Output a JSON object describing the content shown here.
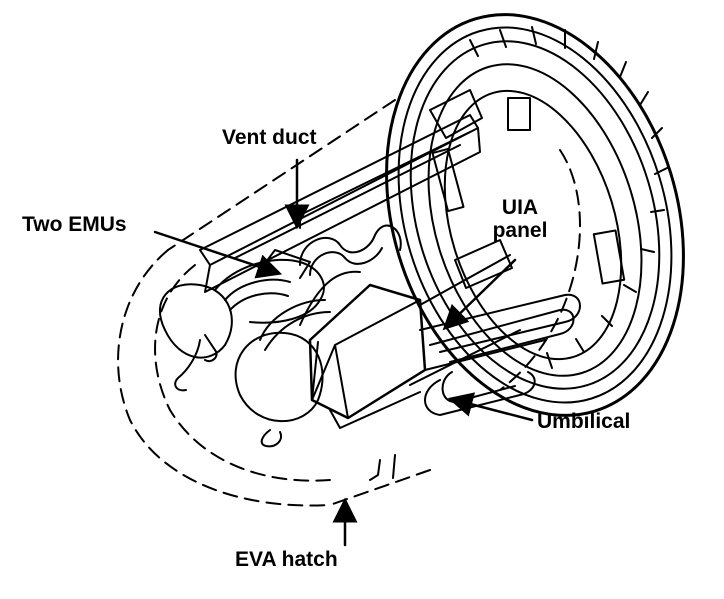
{
  "colors": {
    "ink": "#000000",
    "paper": "#ffffff"
  },
  "labels": {
    "vent_duct": "Vent duct",
    "two_emus": "Two EMUs",
    "uia_line1": "UIA",
    "uia_line2": "panel",
    "umbilical": "Umbilical",
    "eva_hatch": "EVA hatch"
  }
}
